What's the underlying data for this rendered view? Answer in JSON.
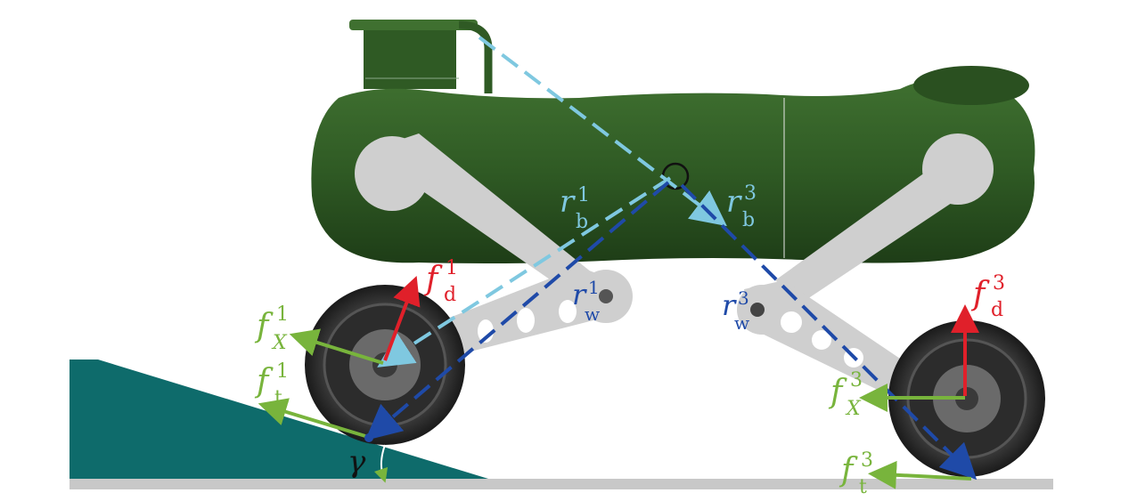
{
  "colors": {
    "body_green": "#2f5a24",
    "body_green_dark": "#1e3d17",
    "leg_gray": "#cfcfcf",
    "ramp_teal": "#0e6b6b",
    "ground_gray": "#c8c8c8",
    "vector_light_blue": "#7fc8e0",
    "vector_dark_blue": "#1f4aa8",
    "force_red": "#e0202a",
    "force_green": "#78b43c"
  },
  "labels": {
    "rb1": {
      "base": "r",
      "sub": "b",
      "sup": "1"
    },
    "rb3": {
      "base": "r",
      "sub": "b",
      "sup": "3"
    },
    "rw1": {
      "base": "r",
      "sub": "w",
      "sup": "1"
    },
    "rw3": {
      "base": "r",
      "sub": "w",
      "sup": "3"
    },
    "fd1": {
      "base": "f",
      "sub": "d",
      "sup": "1"
    },
    "fd3": {
      "base": "f",
      "sub": "d",
      "sup": "3"
    },
    "fX1": {
      "base": "f",
      "sub": "X",
      "sup": "1"
    },
    "fX3": {
      "base": "f",
      "sub": "X",
      "sup": "3"
    },
    "ft1": {
      "base": "f",
      "sub": "t",
      "sup": "1"
    },
    "ft3": {
      "base": "f",
      "sub": "t",
      "sup": "3"
    },
    "gamma": "γ"
  }
}
